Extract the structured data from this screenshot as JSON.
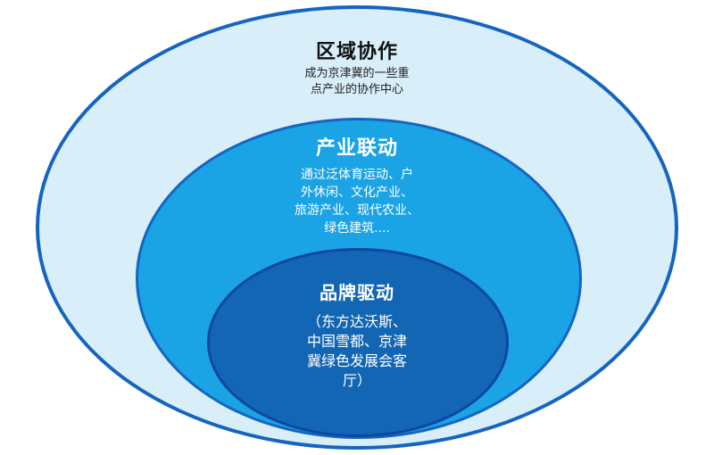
{
  "diagram": {
    "outer": {
      "title": "区域协作",
      "description": "成为京津冀的一些重\n点产业的协作中心"
    },
    "middle": {
      "title": "产业联动",
      "description": "通过泛体育运动、户\n外休闲、文化产业、\n旅游产业、现代农业、\n绿色建筑...."
    },
    "inner": {
      "title": "品牌驱动",
      "description": "（东方达沃斯、\n中国雪都、京津\n冀绿色发展会客\n厅）"
    },
    "colors": {
      "outer_fill": "#d8eef8",
      "middle_fill": "#1aa3e5",
      "inner_fill": "#1266b4",
      "border": "#1565c0"
    }
  }
}
